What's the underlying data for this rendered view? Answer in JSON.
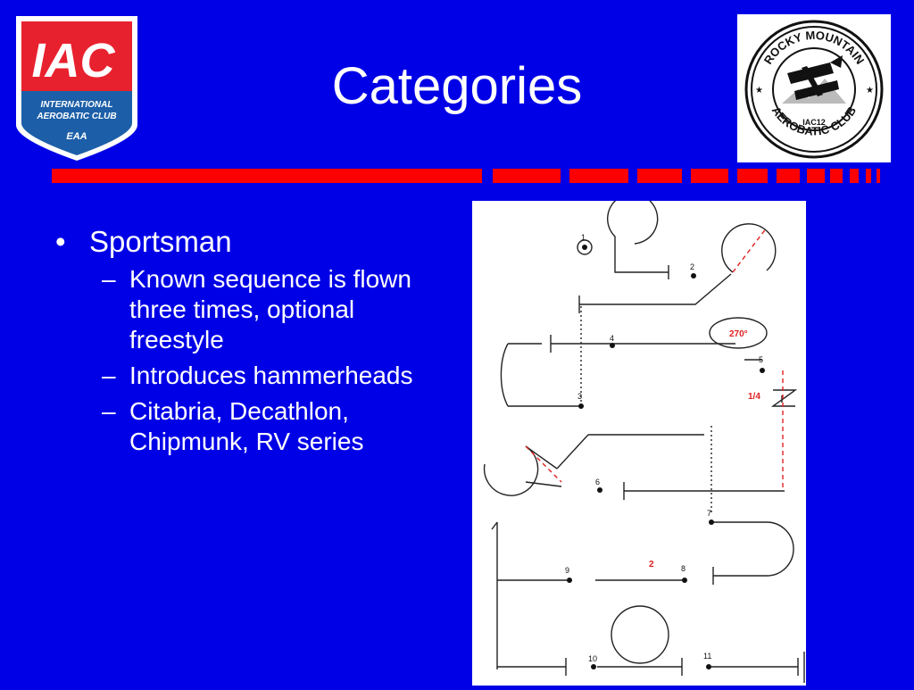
{
  "slide": {
    "title": "Categories",
    "accent_color": "#FF0000",
    "background_color": "#0000E6"
  },
  "logo_left": {
    "icon": "iac-shield-logo-icon",
    "brand": "IAC",
    "line1": "INTERNATIONAL",
    "line2": "AEROBATIC CLUB",
    "sub": "EAA"
  },
  "logo_right": {
    "icon": "rocky-mountain-aerobatic-club-seal-icon",
    "top_text": "ROCKY MOUNTAIN",
    "bottom_text": "AEROBATIC CLUB",
    "chapter": "IAC12"
  },
  "bullets": [
    {
      "text": "Sportsman",
      "sub": [
        "Known sequence is flown three times, optional freestyle",
        "Introduces hammerheads",
        "Citabria, Decathlon, Chipmunk, RV series"
      ]
    }
  ],
  "markers": {
    "bullet": "•",
    "dash": "–"
  },
  "diagram": {
    "icon": "aresti-sequence-diagram-icon",
    "figure_numbers": [
      "1",
      "2",
      "3",
      "4",
      "5",
      "6",
      "7",
      "8",
      "9",
      "10",
      "11"
    ],
    "annotations": {
      "roll_270": "270°",
      "quarter_roll": "1/4",
      "roll_2": "2"
    }
  }
}
